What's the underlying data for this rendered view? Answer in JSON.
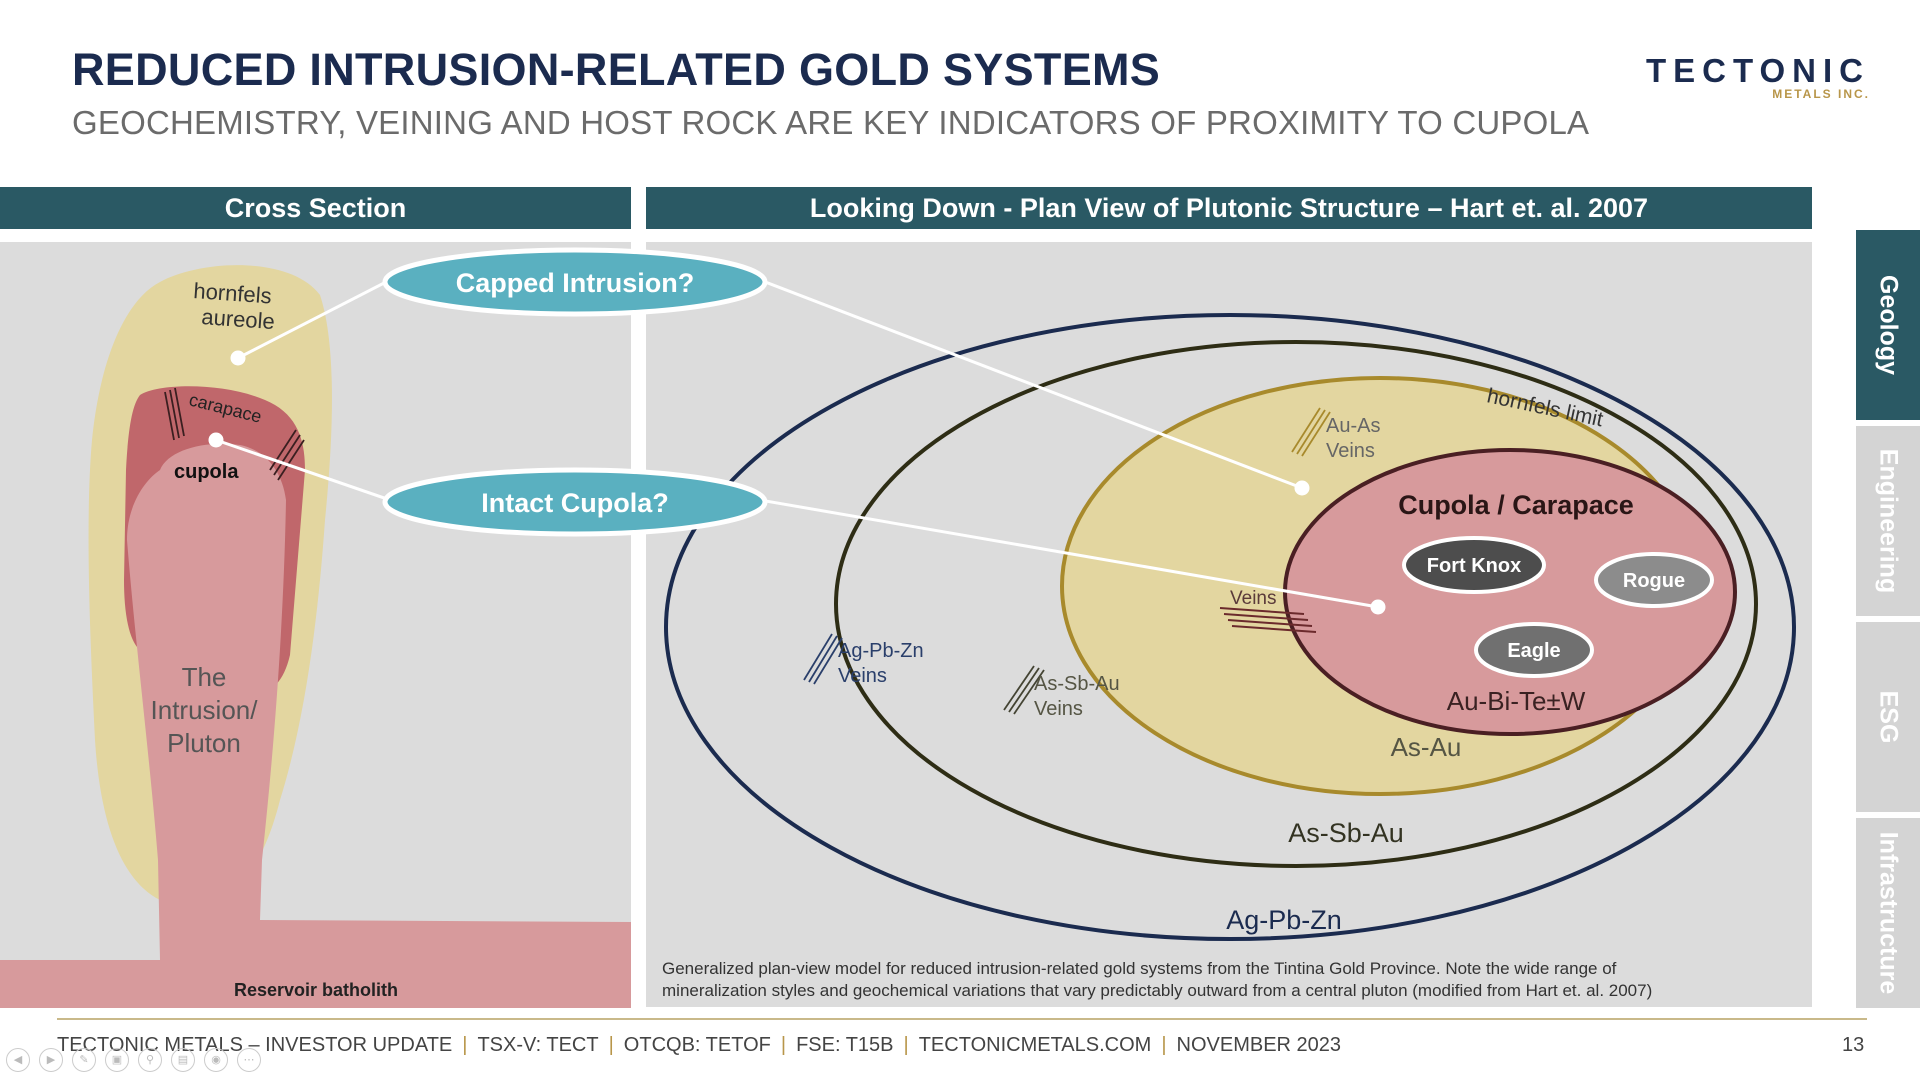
{
  "header": {
    "title": "REDUCED INTRUSION-RELATED GOLD SYSTEMS",
    "subtitle": "GEOCHEMISTRY, VEINING AND HOST ROCK ARE KEY INDICATORS OF PROXIMITY TO CUPOLA"
  },
  "logo": {
    "main": "TECTONIC",
    "sub": "METALS INC."
  },
  "panels": {
    "cross_section_title": "Cross Section",
    "plan_view_title": "Looking Down - Plan View of Plutonic Structure – Hart et. al. 2007"
  },
  "cross_section": {
    "hornfels_1": "hornfels",
    "hornfels_2": "aureole",
    "carapace": "carapace",
    "cupola": "cupola",
    "intrusion_1": "The",
    "intrusion_2": "Intrusion/",
    "intrusion_3": "Pluton",
    "reservoir": "Reservoir batholith"
  },
  "callouts": {
    "capped": "Capped Intrusion?",
    "intact": "Intact Cupola?"
  },
  "plan_view": {
    "hornfels_limit": "hornfels limit",
    "au_as_1": "Au-As",
    "au_as_2": "Veins",
    "cupola_carapace": "Cupola / Carapace",
    "fort_knox": "Fort Knox",
    "rogue": "Rogue",
    "eagle": "Eagle",
    "veins": "Veins",
    "au_bi_te_w": "Au-Bi-Te±W",
    "as_au": "As-Au",
    "ag_pb_zn_veins_1": "Ag-Pb-Zn",
    "ag_pb_zn_veins_2": "Veins",
    "as_sb_au_veins_1": "As-Sb-Au",
    "as_sb_au_veins_2": "Veins",
    "as_sb_au_zone": "As-Sb-Au",
    "ag_pb_zn_zone": "Ag-Pb-Zn",
    "caption_1": "Generalized plan-view model for reduced intrusion-related gold systems from the Tintina Gold Province. Note the wide range of",
    "caption_2": "mineralization styles and geochemical variations that vary predictably outward from a central pluton (modified from Hart et. al. 2007)"
  },
  "side_nav": [
    "Geology",
    "Engineering",
    "ESG",
    "Infrastructure"
  ],
  "footer": {
    "company": "TECTONIC METALS – INVESTOR UPDATE",
    "tsx": "TSX-V: TECT",
    "otc": "OTCQB: TETOF",
    "fse": "FSE: T15B",
    "web": "TECTONICMETALS.COM",
    "date": "NOVEMBER 2023",
    "page": "13"
  },
  "colors": {
    "navy": "#1b2b4f",
    "teal_header": "#2a5964",
    "callout_teal": "#5ab0c0",
    "gold_ring": "#a88a2c",
    "pink": "#d79a9c",
    "carapace": "#c0676b",
    "hornfels": "#e3d6a0"
  }
}
